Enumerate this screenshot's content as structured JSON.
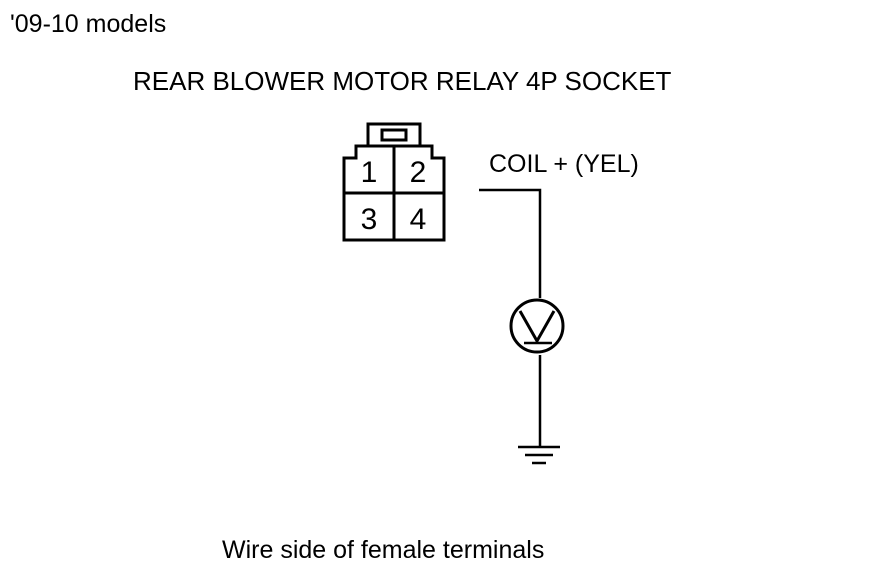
{
  "model_note": "'09-10 models",
  "title": "REAR BLOWER MOTOR RELAY 4P SOCKET",
  "connector": {
    "terminals": [
      "1",
      "2",
      "3",
      "4"
    ]
  },
  "wire_label": "COIL +  (YEL)",
  "meter_symbol": "V",
  "footer": "Wire side of female terminals"
}
